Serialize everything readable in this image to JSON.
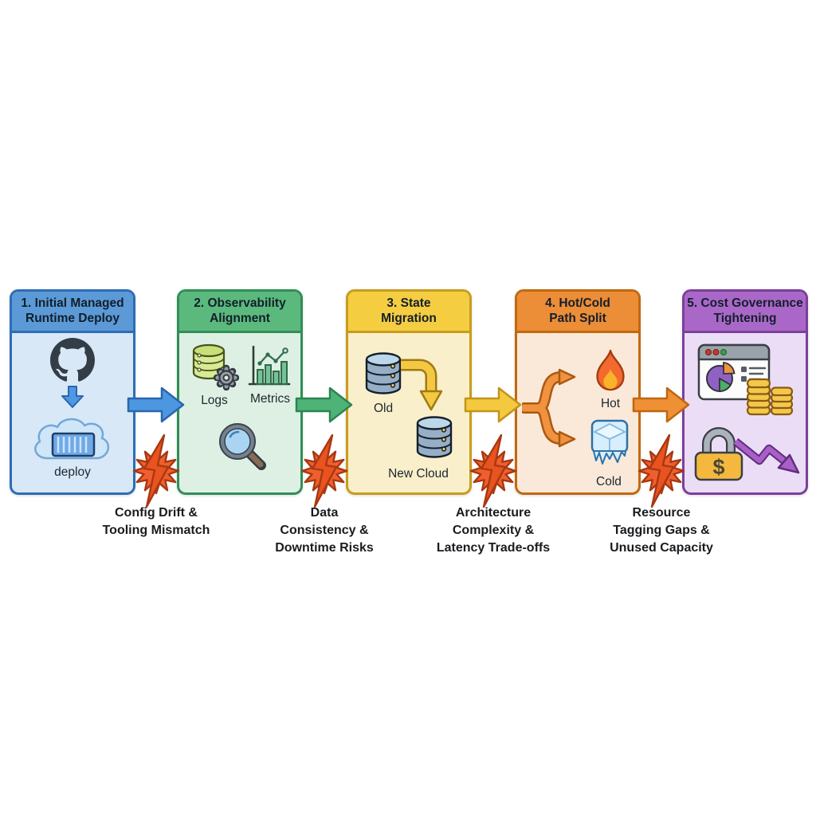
{
  "canvas": {
    "background": "#ffffff"
  },
  "stages": [
    {
      "title": "1. Initial Managed\nRuntime Deploy",
      "colors": {
        "header": "#5b9ad6",
        "border": "#2d6db6",
        "body": "#d8e8f7"
      },
      "icons": [
        "github-icon",
        "arrow-down-icon",
        "cloud-container-icon"
      ],
      "captions": {
        "deploy": "deploy"
      }
    },
    {
      "title": "2. Observability\nAlignment",
      "colors": {
        "header": "#5bb97d",
        "border": "#2f8f57",
        "body": "#def0e3"
      },
      "icons": [
        "logs-database-gear-icon",
        "metrics-chart-icon",
        "magnifier-icon"
      ],
      "captions": {
        "logs": "Logs",
        "metrics": "Metrics"
      }
    },
    {
      "title": "3. State\nMigration",
      "colors": {
        "header": "#f5cd41",
        "border": "#c99c1d",
        "body": "#f9efca"
      },
      "icons": [
        "database-old-icon",
        "elbow-arrow-icon",
        "database-new-icon"
      ],
      "captions": {
        "old": "Old",
        "new": "New Cloud"
      }
    },
    {
      "title": "4. Hot/Cold\nPath Split",
      "colors": {
        "header": "#ec8d37",
        "border": "#c2690f",
        "body": "#fae9d9"
      },
      "icons": [
        "fork-arrow-icon",
        "flame-icon",
        "ice-cube-icon"
      ],
      "captions": {
        "hot": "Hot",
        "cold": "Cold"
      }
    },
    {
      "title": "5. Cost Governance\nTightening",
      "colors": {
        "header": "#a968c7",
        "border": "#7c3f9c",
        "body": "#ecddf6"
      },
      "icons": [
        "cost-dashboard-coins-icon",
        "dollar-lock-icon",
        "downtrend-arrow-icon"
      ],
      "captions": {}
    }
  ],
  "connectors": [
    {
      "direction": "right",
      "fill": "#4d97e0",
      "stroke": "#2a66ae"
    },
    {
      "direction": "right",
      "fill": "#4fb377",
      "stroke": "#2c8551"
    },
    {
      "direction": "right",
      "fill": "#f5c93f",
      "stroke": "#c1951a"
    },
    {
      "direction": "right",
      "fill": "#ef9036",
      "stroke": "#bf6610"
    }
  ],
  "risk_icon": {
    "name": "lightning-burst-icon",
    "fill": "#ef5f2e",
    "bolt": "#e8531f",
    "stroke": "#a83812"
  },
  "risks": [
    {
      "label": "Config Drift &\nTooling Mismatch"
    },
    {
      "label": "Data\nConsistency &\nDowntime Risks"
    },
    {
      "label": "Architecture\nComplexity &\nLatency Trade-offs"
    },
    {
      "label": "Resource\nTagging Gaps &\nUnused Capacity"
    }
  ]
}
